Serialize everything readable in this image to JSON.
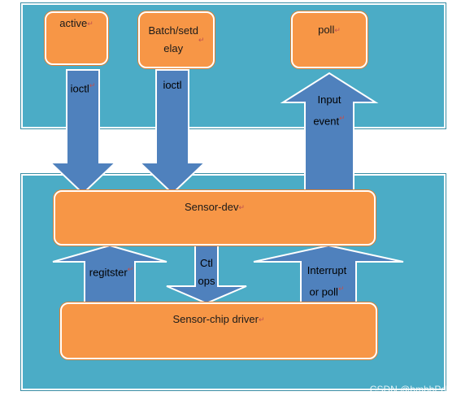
{
  "nodes": {
    "active": "active",
    "batch": "Batch/setd\nelay",
    "poll": "poll",
    "sensor_dev": "Sensor-dev",
    "sensor_chip": "Sensor-chip driver"
  },
  "arrows": {
    "ioctl_left": "ioctl",
    "ioctl_right": "ioctl",
    "input_event": "Input\nevent",
    "register": "regitster",
    "ctl_ops": "Ctl\nops",
    "interrupt": "Interrupt\nor poll"
  },
  "watermark": "CSDN @hmbbPdx",
  "colors": {
    "panel": "#4bacc6",
    "box": "#f79646",
    "arrow": "#4f81bd"
  }
}
